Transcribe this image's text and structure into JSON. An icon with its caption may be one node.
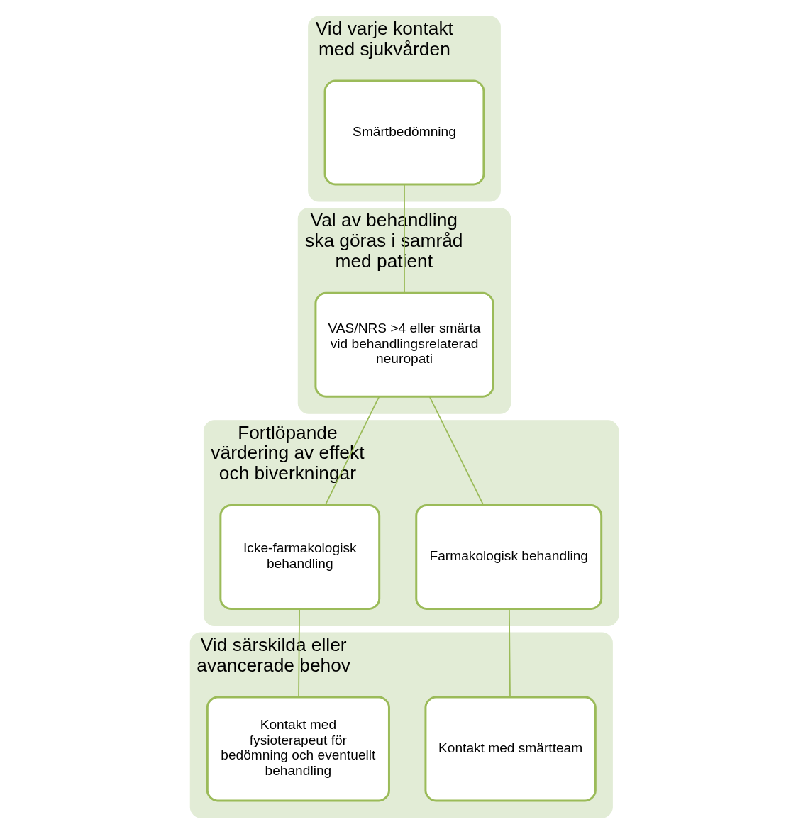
{
  "diagram": {
    "nodes": [
      {
        "text": [
          "Vid varje kontakt med sjukvården"
        ]
      },
      {
        "text": [
          "Smärtbedömning"
        ],
        "in": 0
      },
      {
        "text": [
          "Val av behandling ska göras i samråd med patient"
        ]
      },
      {
        "text": [
          "VAS/NRS >4 eller smärta vid behandlingsrelaterad neuropati"
        ],
        "in": 2
      },
      {
        "text": [
          "Fortlöpande värdering av effekt och biverkningar"
        ]
      },
      {
        "text": [
          "Farmakologisk behandling"
        ],
        "in": 4
      },
      {
        "text": [
          "Icke-farmakologisk behandling"
        ],
        "in": 4
      },
      {
        "text": [
          "Vid särskilda eller avancerade behov"
        ]
      },
      {
        "text": [
          "Kontakt med smärtteam"
        ],
        "in": 7
      },
      {
        "text": [
          "Kontakt med fysioterapeut för bedömning och eventuellt behandling"
        ],
        "in": 7
      }
    ],
    "edges": [
      {
        "from": 1,
        "to": 3,
        "arrow": "none"
      },
      {
        "from": 3,
        "to": 5,
        "arrow": "none"
      },
      {
        "from": 3,
        "to": 6,
        "arrow": "none"
      },
      {
        "from": 5,
        "to": 8,
        "arrow": "none"
      },
      {
        "from": 6,
        "to": 9,
        "arrow": "none"
      }
    ]
  }
}
